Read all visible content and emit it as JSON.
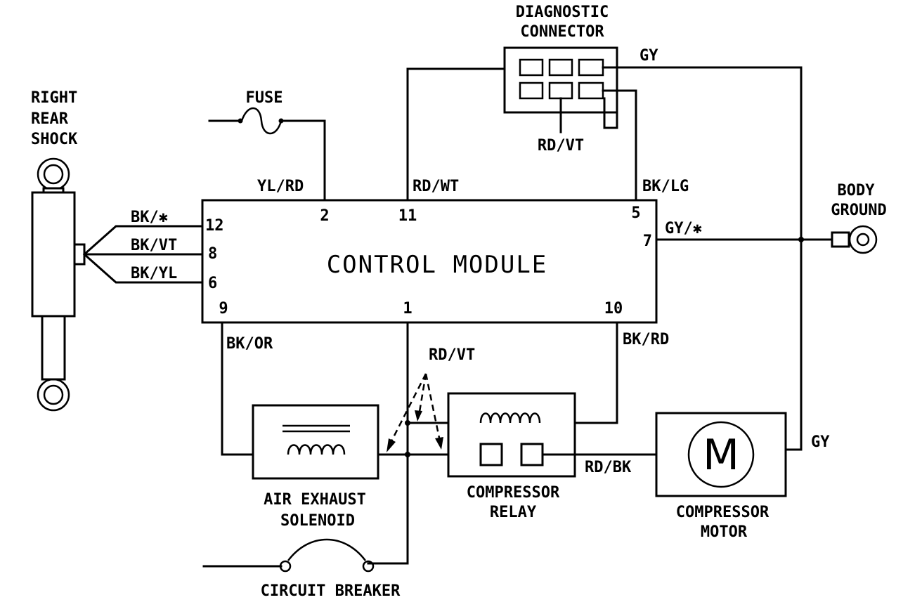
{
  "components": {
    "diagnostic_connector": [
      "DIAGNOSTIC",
      "CONNECTOR"
    ],
    "fuse": "FUSE",
    "right_rear_shock": [
      "RIGHT",
      "REAR",
      "SHOCK"
    ],
    "body_ground": [
      "BODY",
      "GROUND"
    ],
    "control_module": "CONTROL MODULE",
    "air_exhaust_solenoid": [
      "AIR EXHAUST",
      "SOLENOID"
    ],
    "compressor_relay": [
      "COMPRESSOR",
      "RELAY"
    ],
    "compressor_motor": [
      "COMPRESSOR",
      "MOTOR"
    ],
    "motor_symbol": "M",
    "circuit_breaker": "CIRCUIT BREAKER"
  },
  "pins": {
    "p12": "12",
    "p8": "8",
    "p6": "6",
    "p2": "2",
    "p11": "11",
    "p5": "5",
    "p7": "7",
    "p9": "9",
    "p1": "1",
    "p10": "10"
  },
  "wires": {
    "gy_top": "GY",
    "rd_vt_diag": "RD/VT",
    "yl_rd": "YL/RD",
    "rd_wt": "RD/WT",
    "bk_lg": "BK/LG",
    "bk_star": "BK/✱",
    "bk_vt": "BK/VT",
    "bk_yl": "BK/YL",
    "gy_star": "GY/✱",
    "bk_or": "BK/OR",
    "rd_vt_lower": "RD/VT",
    "bk_rd": "BK/RD",
    "rd_bk": "RD/BK",
    "gy_motor": "GY"
  }
}
